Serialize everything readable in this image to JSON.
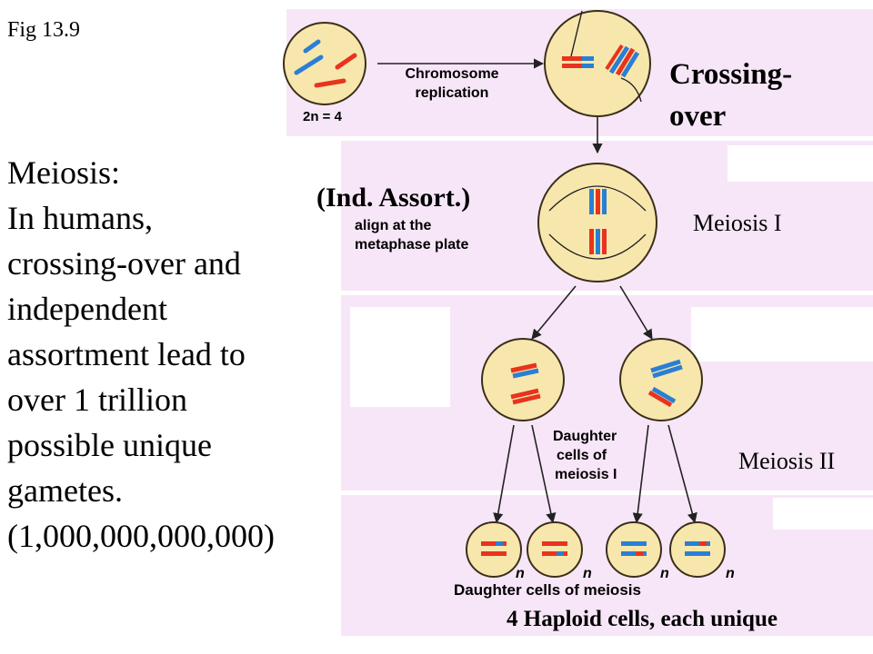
{
  "figure_label": "Fig 13.9",
  "caption": {
    "heading": "Meiosis:",
    "lines": [
      "In humans,",
      "crossing-over and",
      "independent",
      "assortment lead to",
      "over 1 trillion",
      "possible unique",
      "gametes.",
      "(1,000,000,000,000)"
    ]
  },
  "diagram": {
    "ploidy_label": "2n = 4",
    "replication_label": [
      "Chromosome",
      "replication"
    ],
    "crossing_over_label": [
      "Crossing-",
      "over"
    ],
    "ind_assort_label": "(Ind. Assort.)",
    "metaphase_label": [
      "align at the",
      "metaphase plate"
    ],
    "meiosis_1_label": "Meiosis I",
    "meiosis_2_label": "Meiosis II",
    "daughter_1_label": [
      "Daughter",
      "cells of",
      "meiosis I"
    ],
    "haploid_marker": "n",
    "daughter_2_label": "Daughter cells of meiosis",
    "summary_label": "4 Haploid cells, each unique"
  },
  "colors": {
    "panel": "#f7e6f7",
    "cell_fill": "#f8e7ad",
    "cell_stroke": "#3a2f1a",
    "chromosome_red": "#e8331e",
    "chromosome_blue": "#2a7fd4"
  }
}
